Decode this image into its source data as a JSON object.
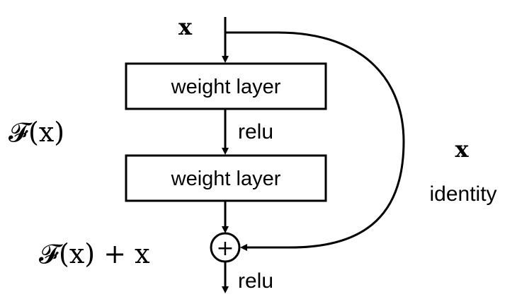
{
  "diagram": {
    "input_label": "x",
    "layer1_label": "weight layer",
    "layer2_label": "weight layer",
    "relu_mid": "relu",
    "relu_out": "relu",
    "residual_label": "𝓕(x)",
    "sum_label": "𝓕(x) + x",
    "shortcut_var": "x",
    "shortcut_label": "identity",
    "sum_symbol": "+"
  }
}
